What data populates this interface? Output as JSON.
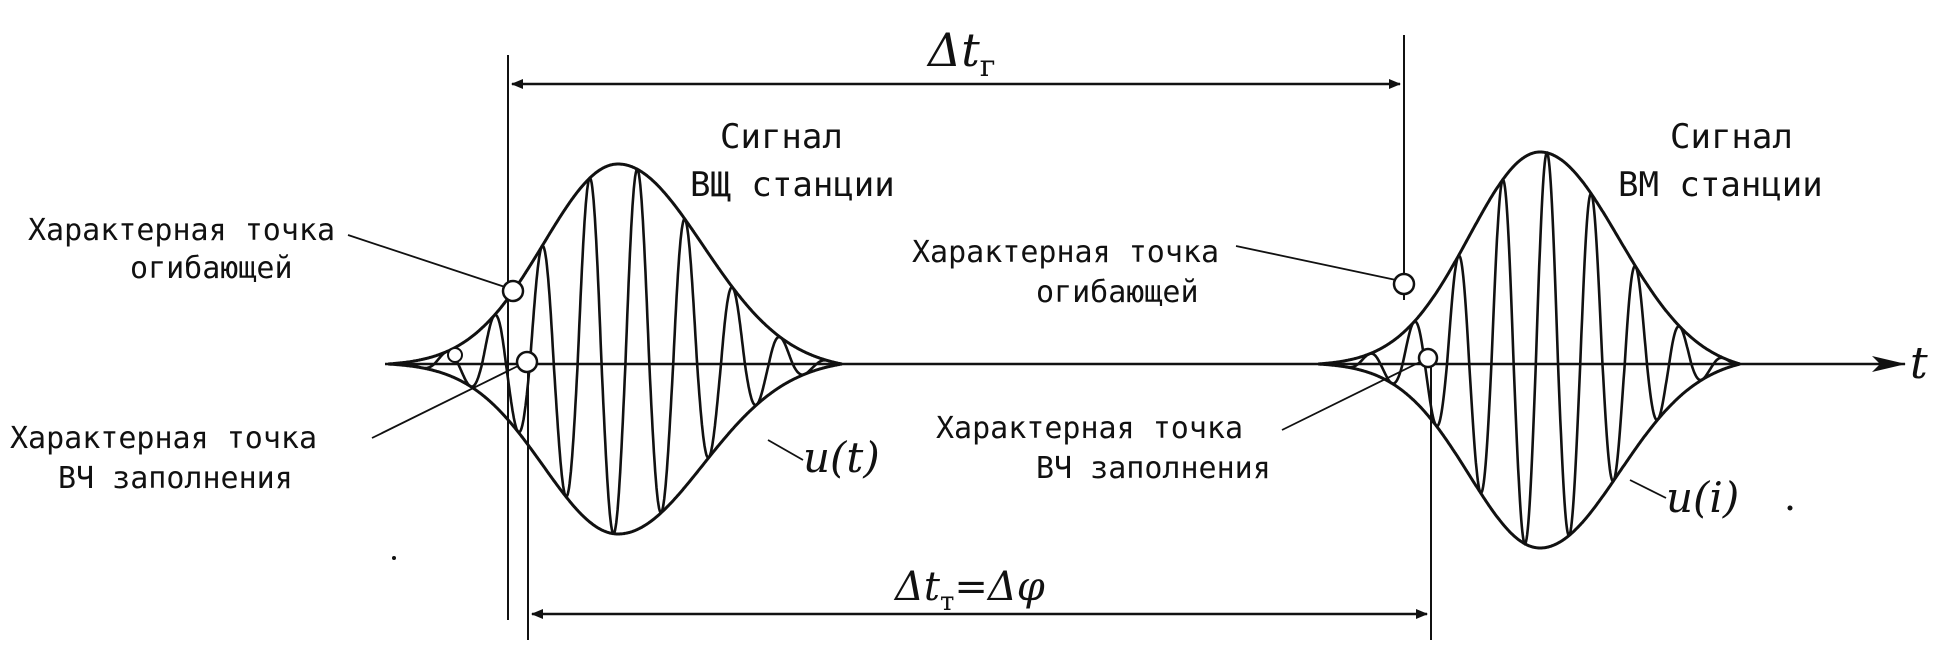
{
  "time_interval_label": "Δt",
  "time_interval_subscript": "г",
  "phase_interval_label": "Δt",
  "phase_interval_subscript": "т",
  "phase_interval_rhs": "=Δφ",
  "axis_label": "t",
  "signal_1": {
    "title_line1": "Сигнал",
    "title_line2": "ВЩ станции",
    "envelope_point_line1": "Характерная точка",
    "envelope_point_line2": "огибающей",
    "hf_point_line1": "Характерная точка",
    "hf_point_line2": "ВЧ заполнения",
    "waveform_label": "u(t)"
  },
  "signal_2": {
    "title_line1": "Сигнал",
    "title_line2": "ВМ станции",
    "envelope_point_line1": "Характерная точка",
    "envelope_point_line2": "огибающей",
    "hf_point_line1": "Характерная точка",
    "hf_point_line2": "ВЧ заполнения",
    "waveform_label": "u(i)"
  }
}
